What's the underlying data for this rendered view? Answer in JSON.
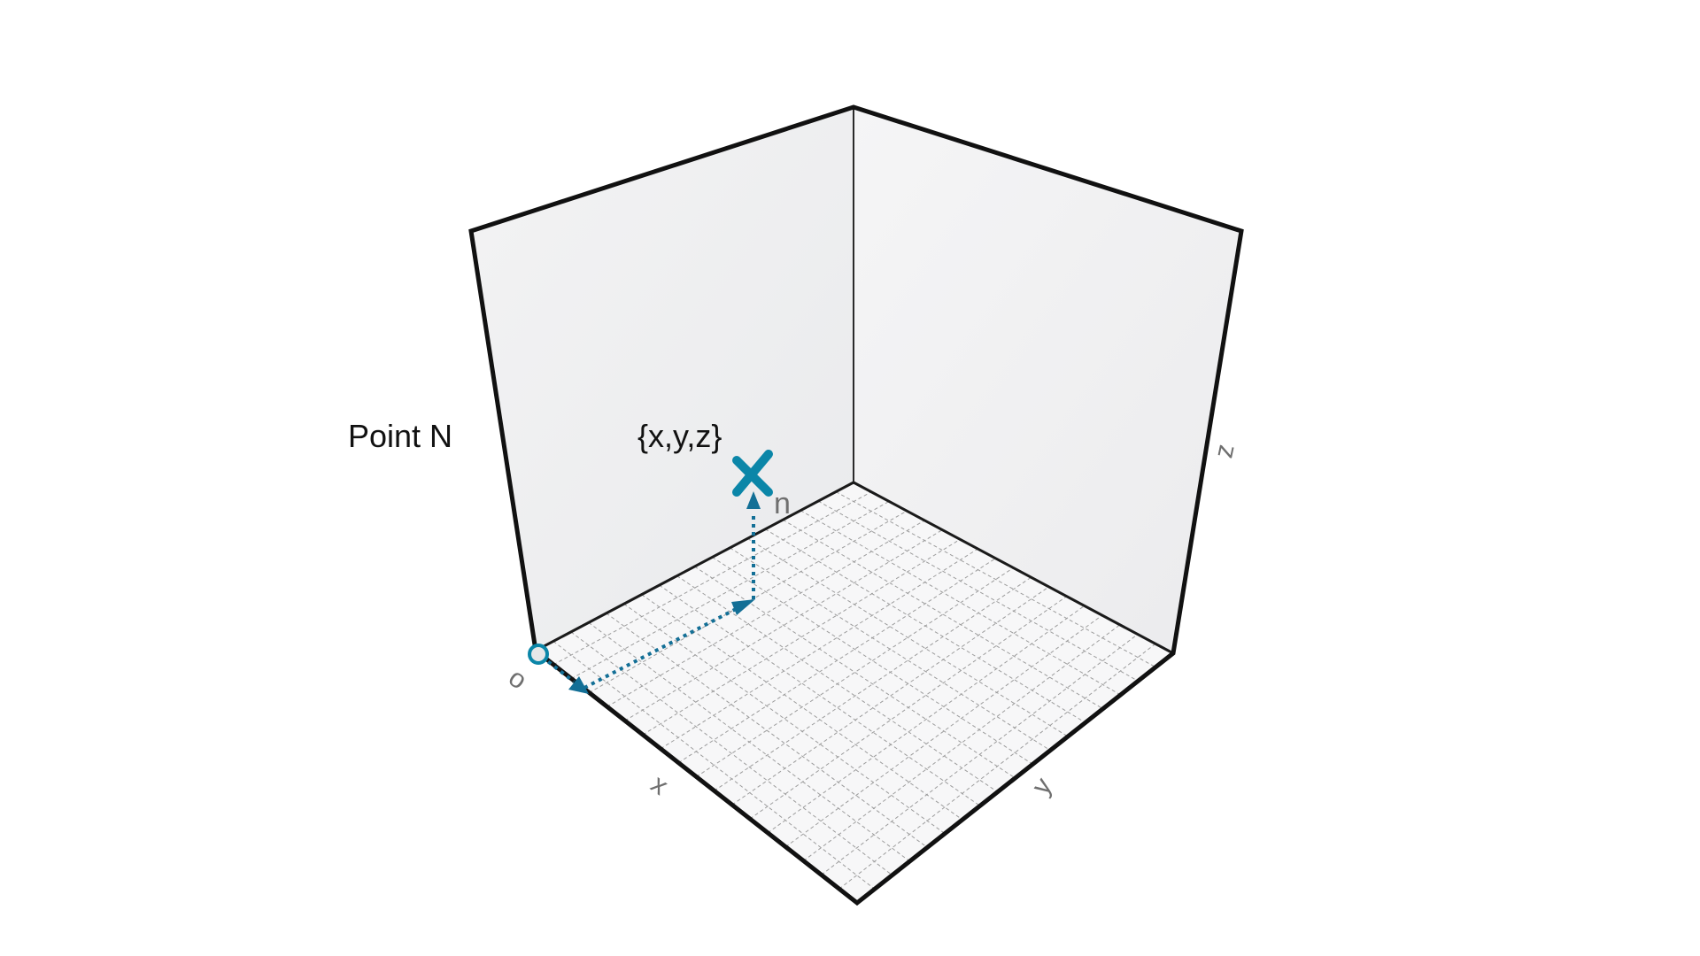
{
  "labels": {
    "title": "Point N",
    "coordinates": "{x,y,z}",
    "point_name": "n",
    "origin": "o",
    "axis_x": "x",
    "axis_y": "y",
    "axis_z": "z"
  },
  "colors": {
    "accent": "#0b86a8",
    "path": "#136f96",
    "outline": "#111111",
    "wall": "#eeeff1",
    "floor": "#f7f7f8",
    "grid": "#6c6c6c",
    "axis_label": "#6f6f6f"
  }
}
